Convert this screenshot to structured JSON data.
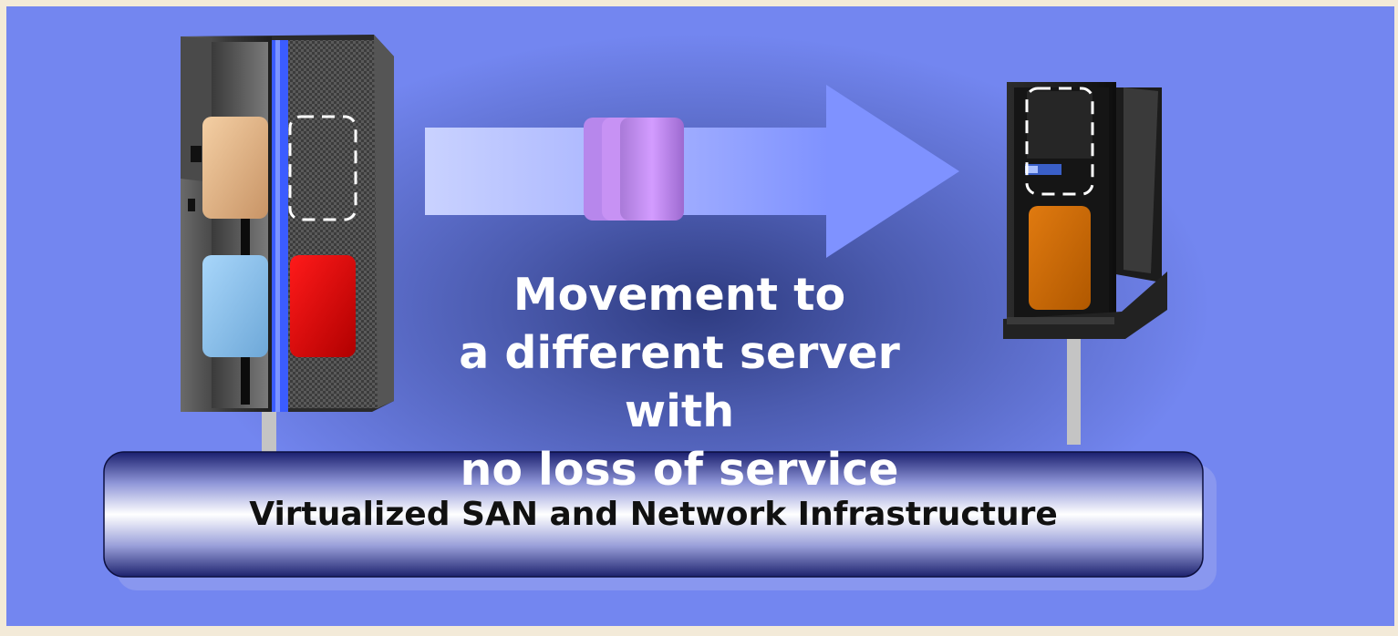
{
  "caption": {
    "line1": "Movement to",
    "line2": "a different server with",
    "line3": "no loss of service"
  },
  "network": {
    "label": "Virtualized SAN and Network Infrastructure"
  },
  "colors": {
    "background": "#7386f0",
    "partition_peach": "#e8b88a",
    "partition_blue": "#8cc4f4",
    "partition_red": "#ff0000",
    "partition_moving": "#c08cf0",
    "partition_orange": "#d86e00",
    "server_chassis": "#2a2a2a",
    "server_stripe": "#3b5cff"
  },
  "icons": [
    "large-server-icon",
    "small-server-icon",
    "migration-arrow-icon",
    "moving-partition-icon"
  ]
}
